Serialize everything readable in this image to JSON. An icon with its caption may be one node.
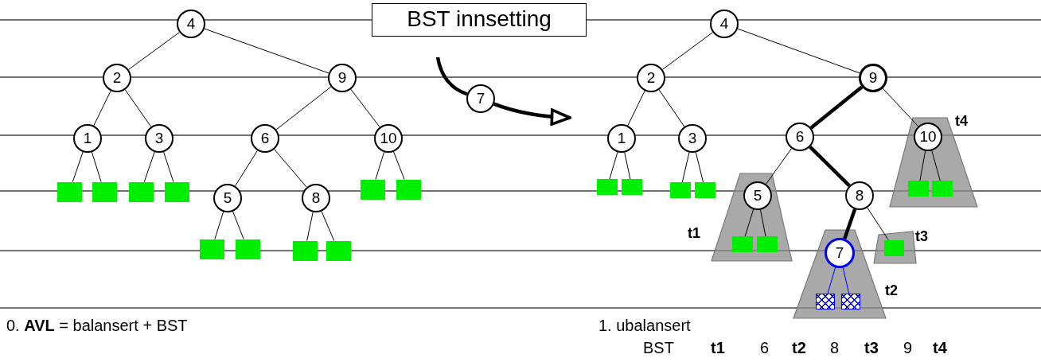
{
  "diagram": {
    "title": "BST innsetting",
    "nodes": [
      {
        "text": [
          "4"
        ]
      },
      {
        "text": [
          "2"
        ]
      },
      {
        "text": [
          "9"
        ]
      },
      {
        "text": [
          "1"
        ]
      },
      {
        "text": [
          "3"
        ]
      },
      {
        "text": [
          "6"
        ]
      },
      {
        "text": [
          "10"
        ]
      },
      {
        "text": [
          "5"
        ]
      },
      {
        "text": [
          "8"
        ]
      },
      {
        "text": [],
        "shape": "box"
      },
      {
        "text": [],
        "shape": "box"
      },
      {
        "text": [],
        "shape": "box"
      },
      {
        "text": [],
        "shape": "box"
      },
      {
        "text": [],
        "shape": "box"
      },
      {
        "text": [],
        "shape": "box"
      },
      {
        "text": [],
        "shape": "box"
      },
      {
        "text": [],
        "shape": "box"
      },
      {
        "text": [],
        "shape": "box"
      },
      {
        "text": [],
        "shape": "box"
      },
      {
        "text": [
          "7"
        ]
      },
      {
        "text": [
          "4"
        ]
      },
      {
        "text": [
          "2"
        ]
      },
      {
        "text": [
          "9"
        ]
      },
      {
        "text": [
          "1"
        ]
      },
      {
        "text": [
          "3"
        ]
      },
      {
        "text": [
          "6"
        ]
      },
      {
        "text": [],
        "shape": "trapezoid",
        "beside": [
          "t4"
        ]
      },
      {
        "text": [
          "10"
        ],
        "in": 26
      },
      {
        "text": [],
        "shape": "trapezoid",
        "beside": [
          "t1"
        ]
      },
      {
        "text": [
          "5"
        ],
        "in": 28
      },
      {
        "text": [
          "8"
        ]
      },
      {
        "text": [],
        "shape": "trapezoid",
        "beside": [
          "t3"
        ]
      },
      {
        "text": [],
        "shape": "trapezoid",
        "beside": [
          "t2"
        ]
      },
      {
        "text": [
          "7"
        ],
        "in": 32
      },
      {
        "text": [],
        "shape": "box"
      },
      {
        "text": [],
        "shape": "box"
      },
      {
        "text": [],
        "shape": "box"
      },
      {
        "text": [],
        "shape": "box"
      },
      {
        "text": [],
        "shape": "box",
        "in": 26
      },
      {
        "text": [],
        "shape": "box",
        "in": 26
      },
      {
        "text": [],
        "shape": "box",
        "in": 28
      },
      {
        "text": [],
        "shape": "box",
        "in": 28
      },
      {
        "text": [],
        "shape": "box",
        "in": 31
      },
      {
        "text": [],
        "shape": "box",
        "in": 32
      },
      {
        "text": [],
        "shape": "box",
        "in": 32
      }
    ],
    "edges": [
      {
        "from": 0,
        "to": 1,
        "arrow": "none"
      },
      {
        "from": 0,
        "to": 2,
        "arrow": "none"
      },
      {
        "from": 1,
        "to": 3,
        "arrow": "none"
      },
      {
        "from": 1,
        "to": 4,
        "arrow": "none"
      },
      {
        "from": 2,
        "to": 5,
        "arrow": "none"
      },
      {
        "from": 2,
        "to": 6,
        "arrow": "none"
      },
      {
        "from": 5,
        "to": 7,
        "arrow": "none"
      },
      {
        "from": 5,
        "to": 8,
        "arrow": "none"
      },
      {
        "from": 3,
        "to": 9,
        "arrow": "none"
      },
      {
        "from": 3,
        "to": 10,
        "arrow": "none"
      },
      {
        "from": 4,
        "to": 11,
        "arrow": "none"
      },
      {
        "from": 4,
        "to": 12,
        "arrow": "none"
      },
      {
        "from": 6,
        "to": 13,
        "arrow": "none"
      },
      {
        "from": 6,
        "to": 14,
        "arrow": "none"
      },
      {
        "from": 7,
        "to": 15,
        "arrow": "none"
      },
      {
        "from": 7,
        "to": 16,
        "arrow": "none"
      },
      {
        "from": 8,
        "to": 17,
        "arrow": "none"
      },
      {
        "from": 8,
        "to": 18,
        "arrow": "none"
      },
      {
        "from": null,
        "to": 19,
        "arrow": "none",
        "style": "thick"
      },
      {
        "from": 19,
        "to": null,
        "arrow": "to",
        "style": "thick"
      },
      {
        "from": 20,
        "to": 21,
        "arrow": "none"
      },
      {
        "from": 20,
        "to": 22,
        "arrow": "none"
      },
      {
        "from": 21,
        "to": 23,
        "arrow": "none"
      },
      {
        "from": 21,
        "to": 24,
        "arrow": "none"
      },
      {
        "from": 22,
        "to": 25,
        "arrow": "none",
        "style": "thick"
      },
      {
        "from": 22,
        "to": 27,
        "arrow": "none"
      },
      {
        "from": 25,
        "to": 29,
        "arrow": "none"
      },
      {
        "from": 25,
        "to": 30,
        "arrow": "none",
        "style": "thick"
      },
      {
        "from": 30,
        "to": 33,
        "arrow": "none",
        "style": "thick"
      },
      {
        "from": 30,
        "to": 42,
        "arrow": "none"
      },
      {
        "from": 23,
        "to": 34,
        "arrow": "none"
      },
      {
        "from": 23,
        "to": 35,
        "arrow": "none"
      },
      {
        "from": 24,
        "to": 36,
        "arrow": "none"
      },
      {
        "from": 24,
        "to": 37,
        "arrow": "none"
      },
      {
        "from": 27,
        "to": 38,
        "arrow": "none"
      },
      {
        "from": 27,
        "to": 39,
        "arrow": "none"
      },
      {
        "from": 29,
        "to": 40,
        "arrow": "none"
      },
      {
        "from": 29,
        "to": 41,
        "arrow": "none"
      },
      {
        "from": 33,
        "to": 43,
        "arrow": "none",
        "color": "#0000ff"
      },
      {
        "from": 33,
        "to": 44,
        "arrow": "none",
        "color": "#0000ff"
      }
    ],
    "labels": [
      "0. **AVL** = balansert + BST",
      "1. ubalansert",
      "BST",
      "t1",
      "6",
      "t2",
      "8",
      "t3",
      "9",
      "t4"
    ]
  }
}
